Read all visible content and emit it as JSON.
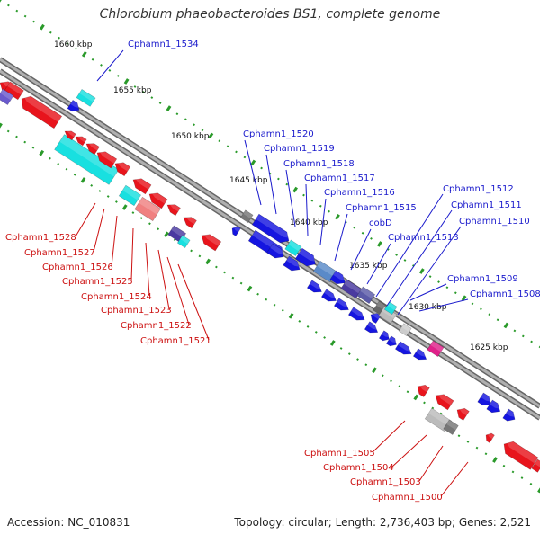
{
  "title": "Chlorobium phaeobacteroides BS1, complete genome",
  "footer": {
    "accession": "Accession: NC_010831",
    "topology": "Topology: circular; Length: 2,736,403 bp; Genes: 2,521"
  },
  "scale_ticks": [
    {
      "label": "1660 kbp"
    },
    {
      "label": "1655 kbp"
    },
    {
      "label": "1650 kbp"
    },
    {
      "label": "1645 kbp"
    },
    {
      "label": "1640 kbp"
    },
    {
      "label": "1635 kbp"
    },
    {
      "label": "1630 kbp"
    },
    {
      "label": "1625 kbp"
    }
  ],
  "forward_genes": [
    {
      "label": "Cphamn1_1534"
    },
    {
      "label": "Cphamn1_1520"
    },
    {
      "label": "Cphamn1_1519"
    },
    {
      "label": "Cphamn1_1518"
    },
    {
      "label": "Cphamn1_1517"
    },
    {
      "label": "Cphamn1_1516"
    },
    {
      "label": "Cphamn1_1515"
    },
    {
      "label": "cobD"
    },
    {
      "label": "Cphamn1_1513"
    },
    {
      "label": "Cphamn1_1512"
    },
    {
      "label": "Cphamn1_1511"
    },
    {
      "label": "Cphamn1_1510"
    },
    {
      "label": "Cphamn1_1509"
    },
    {
      "label": "Cphamn1_1508"
    }
  ],
  "reverse_genes": [
    {
      "label": "Cphamn1_1528"
    },
    {
      "label": "Cphamn1_1527"
    },
    {
      "label": "Cphamn1_1526"
    },
    {
      "label": "Cphamn1_1525"
    },
    {
      "label": "Cphamn1_1524"
    },
    {
      "label": "Cphamn1_1523"
    },
    {
      "label": "Cphamn1_1522"
    },
    {
      "label": "Cphamn1_1521"
    },
    {
      "label": "Cphamn1_1505"
    },
    {
      "label": "Cphamn1_1504"
    },
    {
      "label": "Cphamn1_1503"
    },
    {
      "label": "Cphamn1_1500"
    }
  ],
  "colors": {
    "forward": "#1515e0",
    "reverse": "#e8141c",
    "highlight": "#18e0e0",
    "forward_label": "#1a1acc",
    "reverse_label": "#cc1010",
    "backbone": "#8a8a8a",
    "tick_dots": "#2a9a2a"
  }
}
